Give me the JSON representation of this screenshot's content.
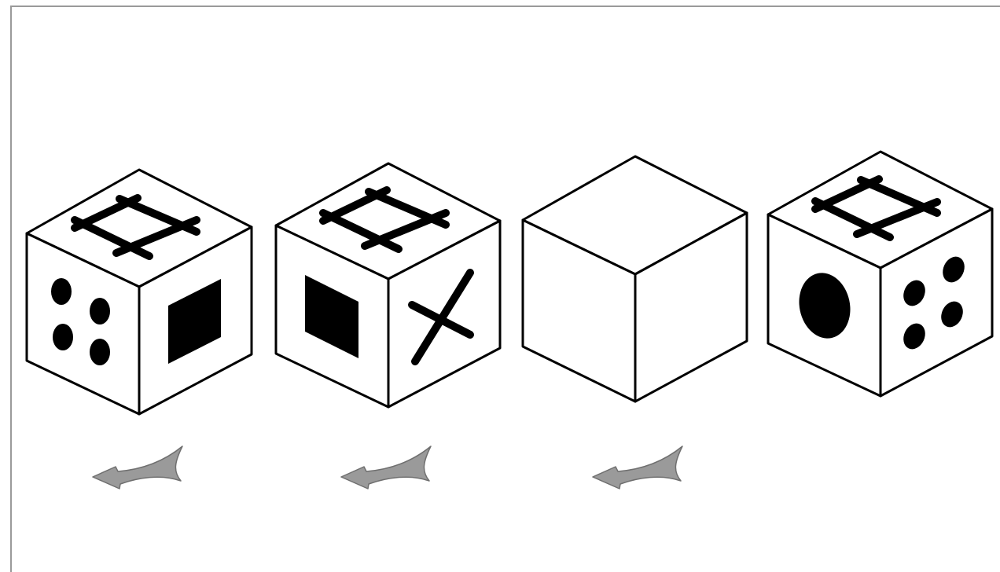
{
  "puzzle": {
    "colors": {
      "background": "#ffffff",
      "frame": "#9a9a9a",
      "ink": "#000000",
      "arrow": "#9a9a9a"
    },
    "cubes": [
      {
        "top": "frame-square-icon",
        "left": "four-dots-icon",
        "right": "filled-square-icon"
      },
      {
        "top": "frame-square-icon",
        "left": "filled-square-icon",
        "right": "cross-icon"
      },
      {
        "top": "",
        "left": "",
        "right": ""
      },
      {
        "top": "frame-square-icon",
        "left": "filled-circle-icon",
        "right": "four-dots-icon"
      }
    ],
    "arrows": [
      {
        "direction": "left",
        "icon": "curved-arrow-left-icon"
      },
      {
        "direction": "left",
        "icon": "curved-arrow-left-icon"
      },
      {
        "direction": "left",
        "icon": "curved-arrow-left-icon"
      }
    ]
  }
}
